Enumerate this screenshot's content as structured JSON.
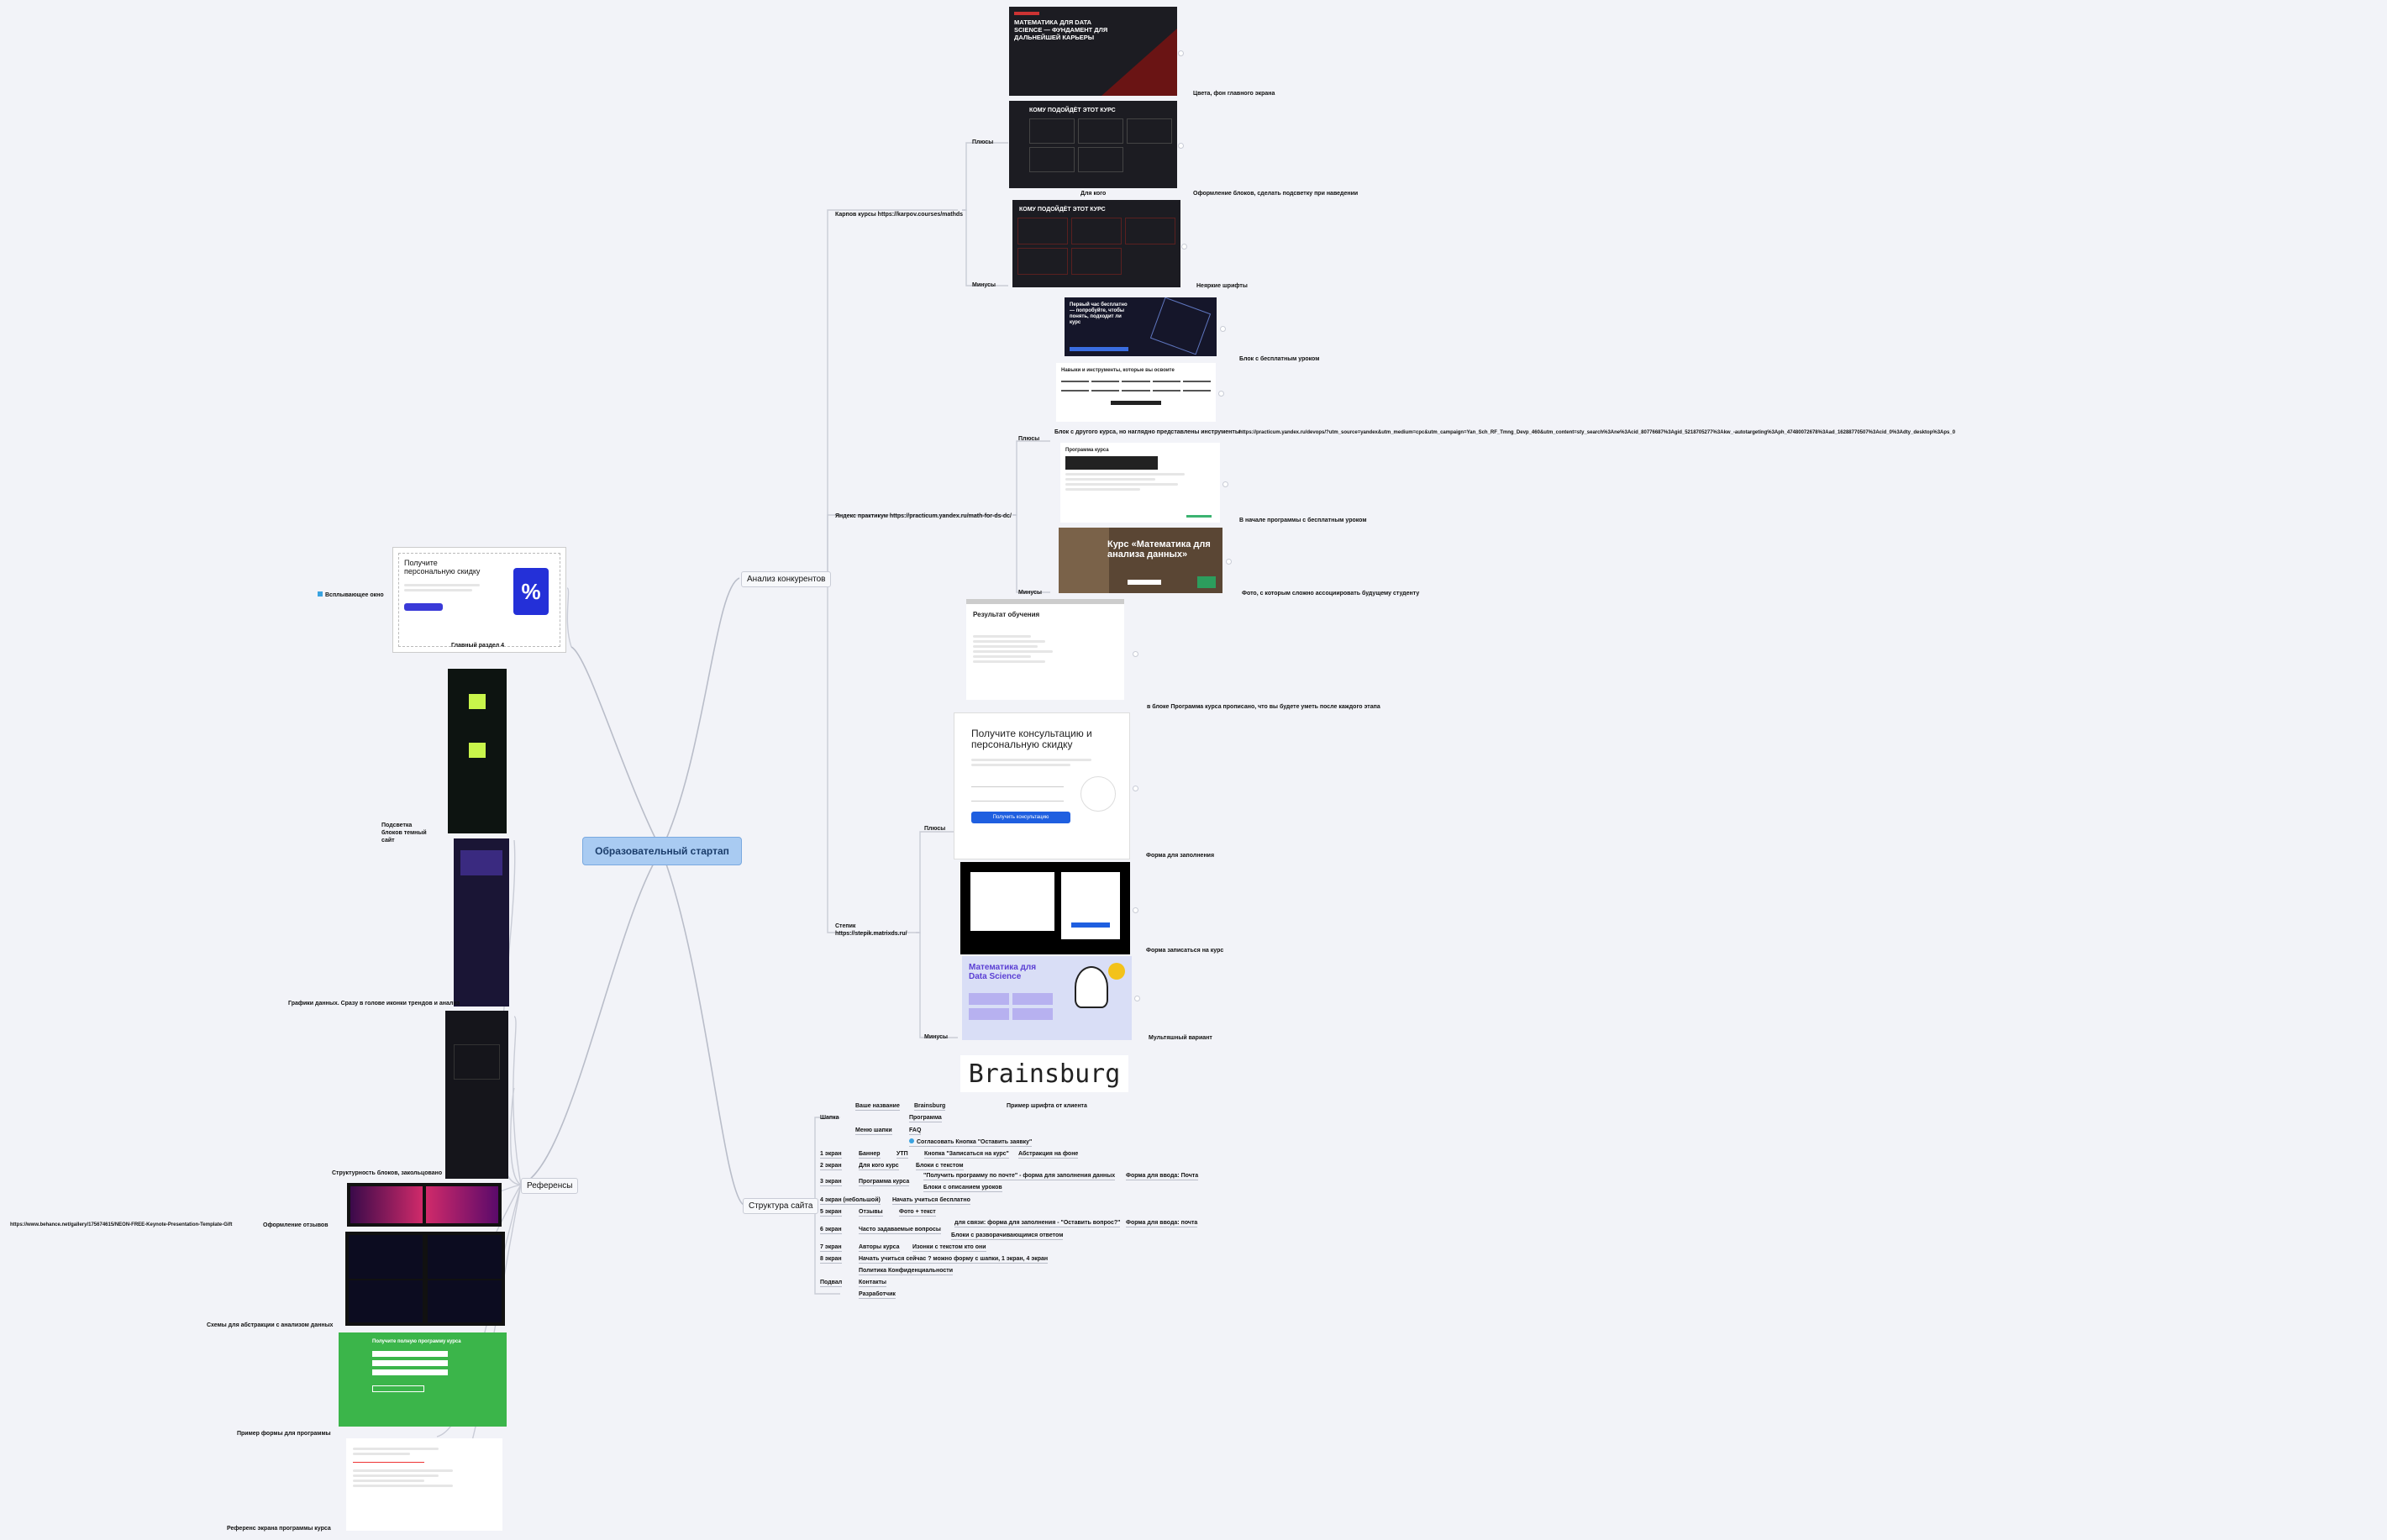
{
  "center": "Образовательный стартап",
  "branches": {
    "analysis": "Анализ конкурентов",
    "structure": "Структура сайта",
    "references": "Референсы"
  },
  "competitors": {
    "karpov": {
      "label": "Карпов курсы https://karpov.courses/mathds",
      "pluses": "Плюсы",
      "minuses": "Минусы",
      "hero_title": "МАТЕМАТИКА ДЛЯ DATA SCIENCE — ФУНДАМЕНТ ДЛЯ ДАЛЬНЕЙШЕЙ КАРЬЕРЫ",
      "who_title": "КОМУ ПОДОЙДЁТ ЭТОТ КУРС",
      "note_colors": "Цвета, фон главного экрана",
      "note_for_whom": "Для кого",
      "note_blocks": "Оформление блоков, сделать подсветку при наведении",
      "note_fonts": "Неяркие шрифты"
    },
    "yandex": {
      "label": "Яндекс практикум https://practicum.yandex.ru/math-for-ds-dc/",
      "pluses": "Плюсы",
      "minuses": "Минусы",
      "free_title": "Первый час бесплатно — попробуйте, чтобы понять, подходит ли курс",
      "tools_title": "Навыки и инструменты, которые вы освоите",
      "program_title": "Программа курса",
      "course_title": "Курс «Математика для анализа данных»",
      "note_free": "Блок с бесплатным уроком",
      "note_tools": "Блок с другого курса, но наглядно представлены инструменты",
      "note_tools_url": "https://practicum.yandex.ru/devops/?utm_source=yandex&utm_medium=cpc&utm_campaign=Yan_Sch_RF_Tmng_Devp_460&utm_content=sty_search%3Ane%3Acid_80776687%3Agid_5218705277%3Akw_-autotargeting%3Aph_47480072678%3Aad_16288770507%3Acid_0%3Adty_desktop%3Aps_0",
      "note_program": "В начале программы с бесплатным уроком",
      "note_photo": "Фото, с которым сложно ассоциировать будущему студенту"
    },
    "stepik": {
      "label": "Степик https://stepik.matrixds.ru/",
      "pluses": "Плюсы",
      "minuses": "Минусы",
      "result_title": "Результат обучения",
      "consult_title": "Получите консультацию и персональную скидку",
      "consult_button": "Получить консультацию",
      "ds_title": "Математика для Data Science",
      "note_result": "в блоке Программа курса прописано, что вы будете уметь после каждого этапа",
      "note_form": "Форма для заполнения",
      "note_enroll": "Форма записаться на курс",
      "note_cartoon": "Мультяшный вариант"
    }
  },
  "brand": {
    "wordmark": "Brainsburg",
    "note": "Пример шрифта от клиента"
  },
  "structure": {
    "rows": [
      {
        "key": "Шапка",
        "items": [
          "Ваше название",
          "Brainsburg"
        ]
      },
      {
        "key": "Меню шапки",
        "items": [
          "Программа",
          "FAQ",
          "Согласовать Кнопка \"Оставить заявку\""
        ]
      },
      {
        "key": "1 экран",
        "items": [
          "Баннер",
          "УТП",
          "Кнопка \"Записаться на курс\"",
          "Абстракция на фоне"
        ]
      },
      {
        "key": "2 экран",
        "items": [
          "Для кого курс",
          "Блоки с текстом"
        ]
      },
      {
        "key": "3 экран",
        "items": [
          "Программа курса",
          "\"Получить программу по почте\" - форма для заполнения данных",
          "Форма для ввода: Почта",
          "Блоки с описанием уроков"
        ]
      },
      {
        "key": "4 экран (небольшой)",
        "items": [
          "Начать учиться бесплатно"
        ]
      },
      {
        "key": "5 экран",
        "items": [
          "Отзывы",
          "Фото + текст"
        ]
      },
      {
        "key": "6 экран",
        "items": [
          "Часто задаваемые вопросы",
          "для связи: форма для заполнения - \"Оставить вопрос?\"",
          "Форма для ввода: почта",
          "Блоки с разворачивающимся ответом"
        ]
      },
      {
        "key": "7 экран",
        "items": [
          "Авторы курса",
          "Изонки с текстом кто они"
        ]
      },
      {
        "key": "8 экран",
        "items": [
          "Начать учиться сейчас ? можно форму с шапки, 1 экран, 4 экран"
        ]
      },
      {
        "key": "Подвал",
        "items": [
          "Политика Конфиденциальности",
          "Контакты",
          "Разработчик"
        ]
      }
    ]
  },
  "references": {
    "popup_title": "Получите персональную скидку",
    "popup_note": "Всплывающее окно",
    "popup_caption": "Главный раздел 4",
    "dark_site": "Подсветка блоков темный сайт",
    "graphs": "Графики данных. Сразу в голове иконки трендов и анализ",
    "structured": "Структурность блоков, закольцовано",
    "behance_url": "https://www.behance.net/gallery/175674615/NEON-FREE-Keynote-Presentation-Template-Gift",
    "reviews": "Оформление отзывов",
    "schemes": "Схемы для абстракции с анализом данных",
    "green_form_title": "Получите полную программу курса",
    "green_form": "Пример формы для программы",
    "program_screen": "Референс экрана программы курса"
  }
}
